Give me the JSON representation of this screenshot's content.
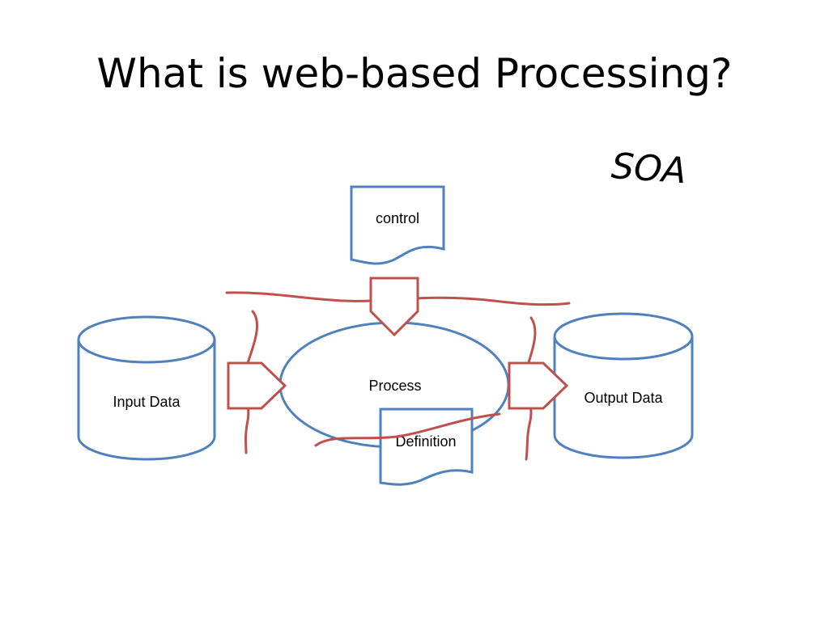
{
  "slide": {
    "title": "What is web-based Processing?",
    "annotation": "SOA"
  },
  "diagram": {
    "nodes": {
      "input": "Input Data",
      "output": "Output Data",
      "process": "Process",
      "control": "control",
      "definition": "Definition"
    },
    "colors": {
      "shape_stroke": "#4F81BD",
      "connector_stroke": "#C0504D",
      "fill": "#ffffff"
    }
  }
}
